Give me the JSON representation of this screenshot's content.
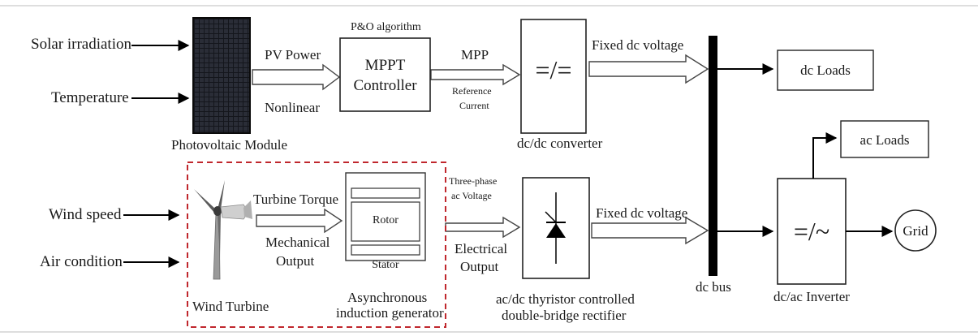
{
  "inputs": {
    "solar_irradiation": "Solar irradiation",
    "temperature": "Temperature",
    "wind_speed": "Wind speed",
    "air_condition": "Air condition"
  },
  "pv": {
    "module_label": "Photovoltaic Module",
    "pv_power": "PV Power",
    "nonlinear": "Nonlinear"
  },
  "mppt": {
    "algorithm": "P&O algorithm",
    "line1": "MPPT",
    "line2": "Controller",
    "mpp": "MPP",
    "reference": "Reference",
    "current": "Current"
  },
  "dcdc": {
    "symbol": "=/=",
    "label": "dc/dc converter",
    "fixed_dc_top": "Fixed dc voltage"
  },
  "wind": {
    "turbine_label": "Wind Turbine",
    "turbine_torque": "Turbine Torque",
    "mechanical": "Mechanical",
    "output": "Output"
  },
  "generator": {
    "rotor": "Rotor",
    "stator": "Stator",
    "label1": "Asynchronous",
    "label2": "induction generator"
  },
  "rectifier": {
    "three_phase": "Three-phase",
    "ac_voltage": "ac Voltage",
    "electrical": "Electrical",
    "output": "Output",
    "label1": "ac/dc thyristor controlled",
    "label2": "double-bridge rectifier",
    "fixed_dc_bottom": "Fixed dc voltage"
  },
  "bus": {
    "label": "dc bus"
  },
  "loads": {
    "dc": "dc Loads",
    "ac": "ac Loads"
  },
  "inverter": {
    "symbol": "=/~",
    "label": "dc/ac Inverter"
  },
  "grid": {
    "label": "Grid"
  },
  "colors": {
    "dashed_border": "#c0272d",
    "bus": "#000000",
    "line": "#000000"
  }
}
